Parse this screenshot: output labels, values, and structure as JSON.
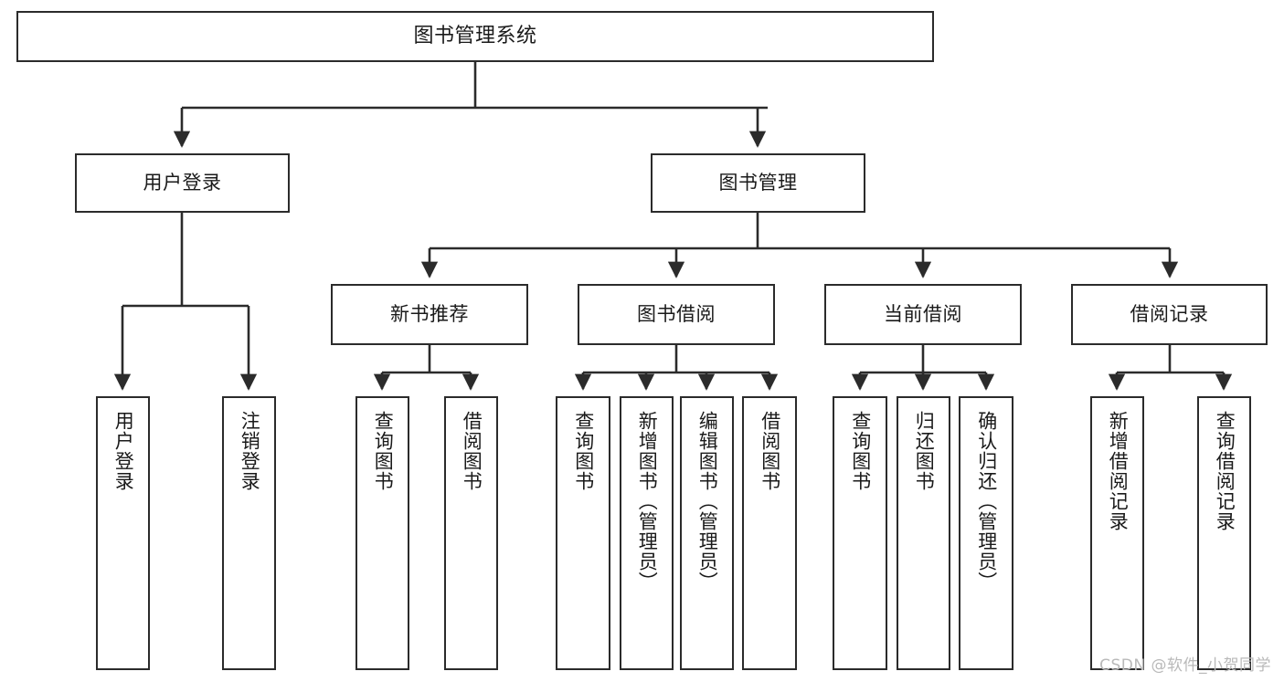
{
  "diagram": {
    "title": "图书管理系统",
    "type": "tree-hierarchy",
    "line_color": "#2b2b2b",
    "box_fill": "#ffffff",
    "text_color": "#1a1a1a"
  },
  "nodes": {
    "root": {
      "label": "图书管理系统"
    },
    "level2": [
      {
        "label": "用户登录"
      },
      {
        "label": "图书管理"
      }
    ],
    "level3": [
      {
        "label": "新书推荐"
      },
      {
        "label": "图书借阅"
      },
      {
        "label": "当前借阅"
      },
      {
        "label": "借阅记录"
      }
    ],
    "leaves": {
      "user_login": [
        {
          "label": "用户登录"
        },
        {
          "label": "注销登录"
        }
      ],
      "new_book": [
        {
          "label": "查询图书"
        },
        {
          "label": "借阅图书"
        }
      ],
      "book_borrow": [
        {
          "label": "查询图书"
        },
        {
          "label": "新增图书（管理员）"
        },
        {
          "label": "编辑图书（管理员）"
        },
        {
          "label": "借阅图书"
        }
      ],
      "current_borrow": [
        {
          "label": "查询图书"
        },
        {
          "label": "归还图书"
        },
        {
          "label": "确认归还（管理员）"
        }
      ],
      "borrow_record": [
        {
          "label": "新增借阅记录"
        },
        {
          "label": "查询借阅记录"
        }
      ]
    }
  },
  "watermark": {
    "text": "CSDN @软件_小贺同学"
  }
}
